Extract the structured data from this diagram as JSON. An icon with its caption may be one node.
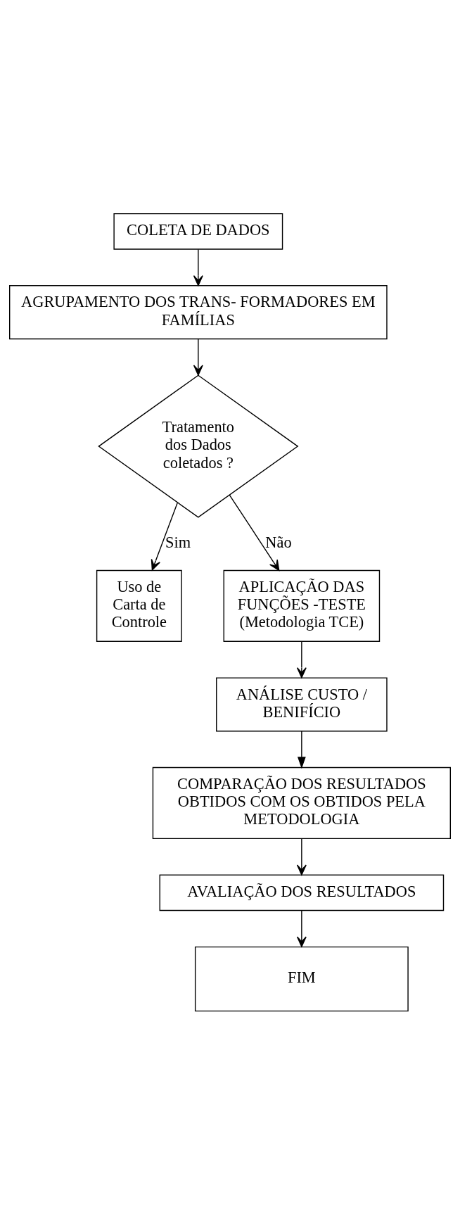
{
  "diagram": {
    "nodes": [
      {
        "text": [
          "COLETA DE DADOS"
        ]
      },
      {
        "text": [
          "AGRUPAMENTO DOS TRANS- FORMADORES EM FAMÍLIAS"
        ]
      },
      {
        "text": [
          "Tratamento dos Dados coletados ?"
        ]
      },
      {
        "text": [
          "Uso de Carta de Controle"
        ]
      },
      {
        "text": [
          "APLICAÇÃO DAS FUNÇÕES -TESTE (Metodologia TCE)"
        ]
      },
      {
        "text": [
          "ANÁLISE CUSTO / BENIFÍCIO"
        ]
      },
      {
        "text": [
          "COMPARAÇÃO DOS RESULTADOS OBTIDOS COM OS OBTIDOS PELA METODOLOGIA"
        ]
      },
      {
        "text": [
          "AVALIAÇÃO DOS RESULTADOS"
        ]
      },
      {
        "text": [
          "FIM"
        ]
      }
    ],
    "edges": [
      {
        "from": 0,
        "to": 1,
        "arrow": "to"
      },
      {
        "from": 1,
        "to": 2,
        "arrow": "to"
      },
      {
        "from": 2,
        "to": 3,
        "arrow": "to",
        "label": "Sim"
      },
      {
        "from": 2,
        "to": 4,
        "arrow": "to",
        "label": "Não"
      },
      {
        "from": 4,
        "to": 5,
        "arrow": "to"
      },
      {
        "from": 5,
        "to": 6,
        "arrow": "to"
      },
      {
        "from": 6,
        "to": 7,
        "arrow": "to"
      },
      {
        "from": 7,
        "to": 8,
        "arrow": "to"
      }
    ]
  }
}
